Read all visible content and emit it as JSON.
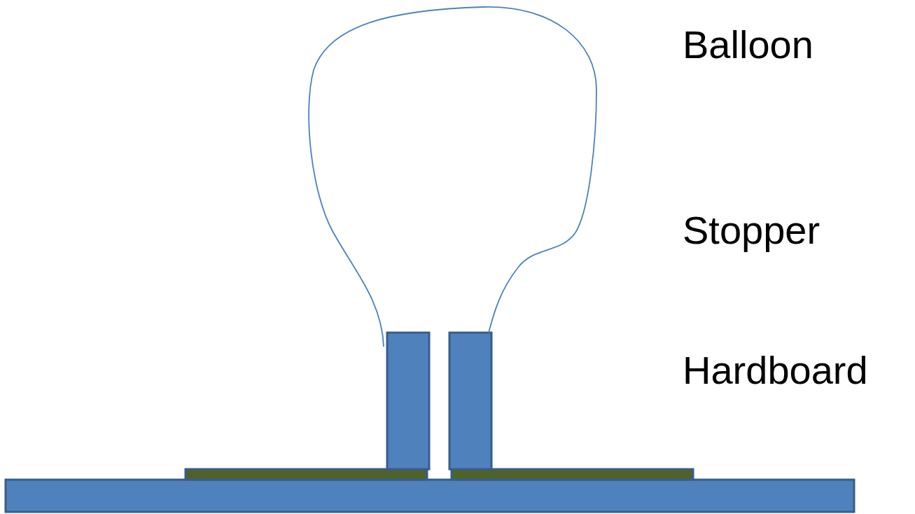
{
  "diagram": {
    "labels": [
      "Balloon",
      "Stopper",
      "Hardboard"
    ]
  }
}
